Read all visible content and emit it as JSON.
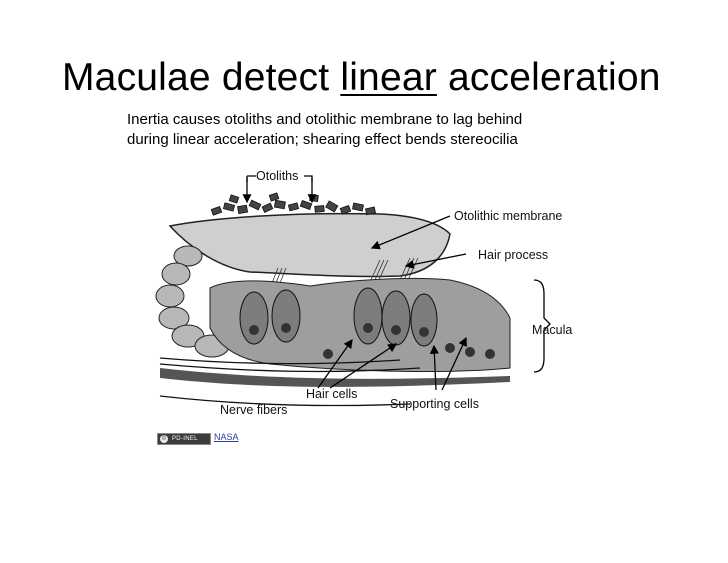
{
  "slide": {
    "title_before": "Maculae detect ",
    "title_emphasis": "linear",
    "title_after": " acceleration",
    "subtitle_line1": "Inertia causes otoliths and otolithic membrane to lag behind",
    "subtitle_line2": "during linear acceleration; shearing effect bends stereocilia"
  },
  "diagram": {
    "labels": {
      "otoliths": "Otoliths",
      "otolithic_membrane": "Otolithic membrane",
      "hair_process": "Hair process",
      "macula": "Macula",
      "hair_cells": "Hair cells",
      "supporting_cells": "Supporting cells",
      "nerve_fibers": "Nerve fibers"
    }
  },
  "license": {
    "badge_text": "PD-INEL",
    "credit_link": "NASA"
  }
}
